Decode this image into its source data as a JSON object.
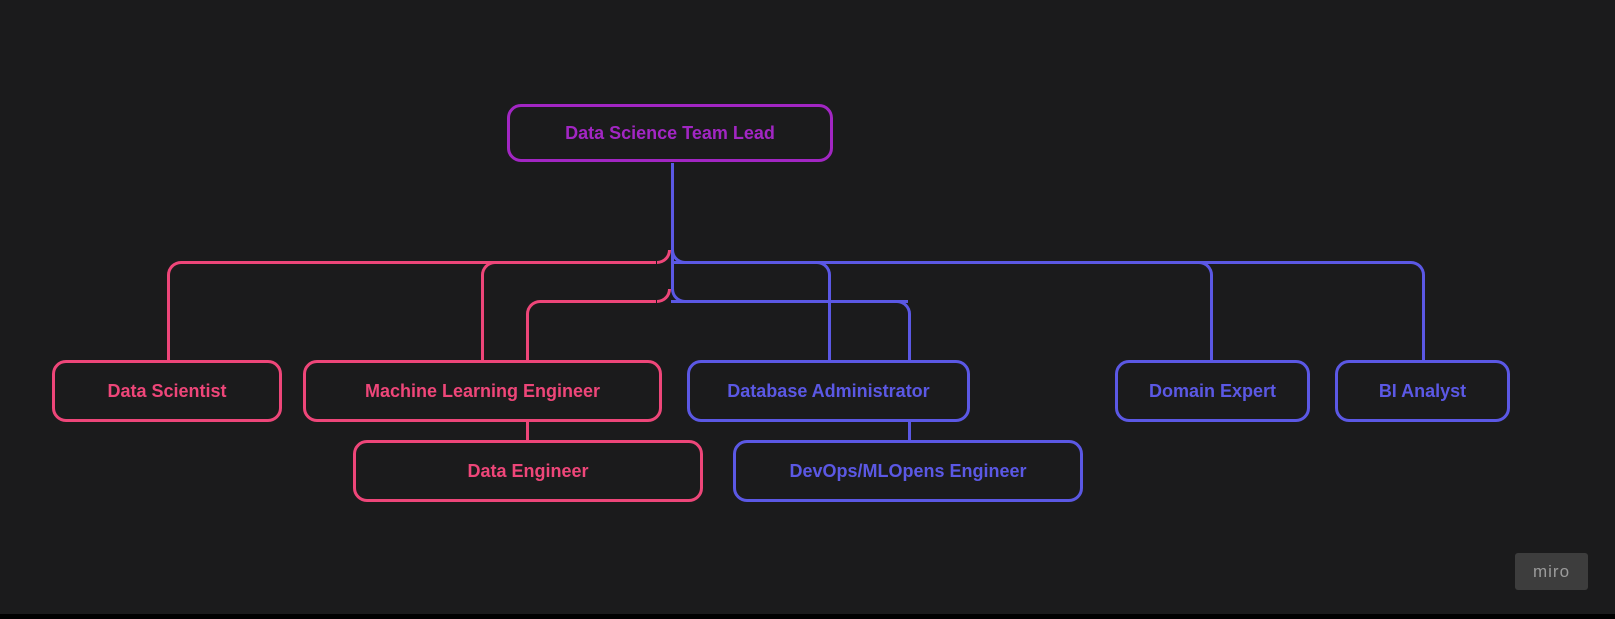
{
  "canvas": {
    "background_color": "#1b1b1c"
  },
  "palette": {
    "purple": "#a226c3",
    "pink": "#ee4679",
    "blue": "#5b58e4"
  },
  "watermark": {
    "label": "miro",
    "background_color": "#3d3d3d",
    "text_color": "#9b9b9b"
  },
  "org_chart": {
    "nodes": {
      "lead": {
        "label": "Data Science Team Lead",
        "color": "#a226c3"
      },
      "data_scientist": {
        "label": "Data Scientist",
        "color": "#ee4679"
      },
      "ml_engineer": {
        "label": "Machine Learning Engineer",
        "color": "#ee4679"
      },
      "data_engineer": {
        "label": "Data Engineer",
        "color": "#ee4679"
      },
      "dba": {
        "label": "Database Administrator",
        "color": "#5b58e4"
      },
      "devops": {
        "label": "DevOps/MLOpens Engineer",
        "color": "#5b58e4"
      },
      "domain_expert": {
        "label": "Domain Expert",
        "color": "#5b58e4"
      },
      "bi_analyst": {
        "label": "BI Analyst",
        "color": "#5b58e4"
      }
    },
    "edges": [
      {
        "from": "Data Science Team Lead",
        "to": "Data Scientist",
        "color": "#ee4679"
      },
      {
        "from": "Data Science Team Lead",
        "to": "Machine Learning Engineer",
        "color": "#ee4679"
      },
      {
        "from": "Data Science Team Lead",
        "to": "Data Engineer",
        "color": "#ee4679"
      },
      {
        "from": "Data Science Team Lead",
        "to": "Database Administrator",
        "color": "#5b58e4"
      },
      {
        "from": "Data Science Team Lead",
        "to": "DevOps/MLOpens Engineer",
        "color": "#5b58e4"
      },
      {
        "from": "Data Science Team Lead",
        "to": "Domain Expert",
        "color": "#5b58e4"
      },
      {
        "from": "Data Science Team Lead",
        "to": "BI Analyst",
        "color": "#5b58e4"
      }
    ]
  }
}
